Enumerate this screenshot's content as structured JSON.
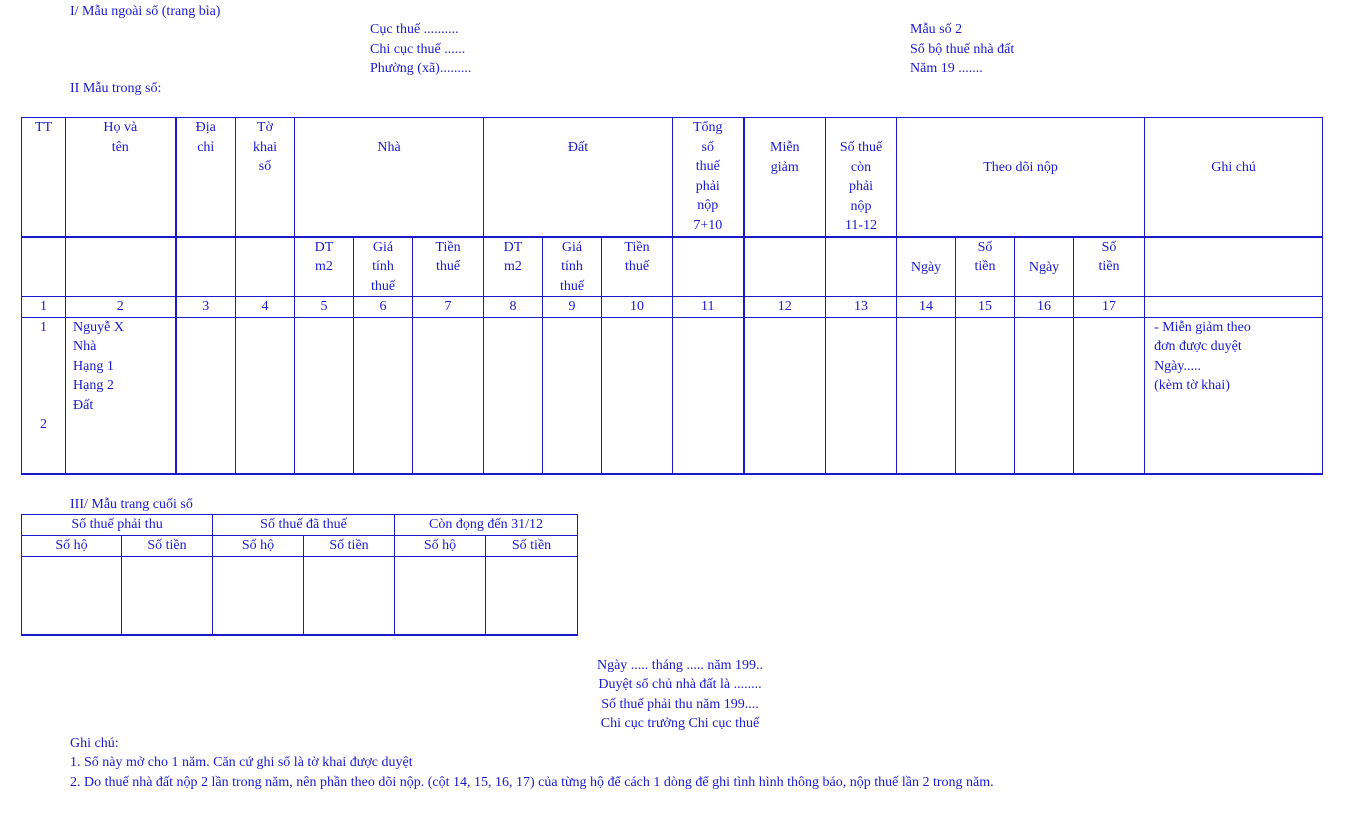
{
  "header": {
    "section1": "I/ Mẫu ngoài sổ (trang bìa)",
    "cuc_thue": "Cục thuế ..........",
    "chi_cuc_thue": "Chi cục thuế ......",
    "phuong_xa": "Phường (xã).........",
    "mau_so": "Mẫu số 2",
    "so_bo": "Sổ bộ thuế nhà đất",
    "nam": "Năm 19 .......",
    "section2": "II Mẫu trong sổ:"
  },
  "main_table": {
    "h_tt": "TT",
    "h_ho_ten": "Họ và\ntên",
    "h_dia_chi": "Địa\nchỉ",
    "h_to_khai": "Tờ\nkhai\nsố",
    "h_nha": "Nhà",
    "h_dat": "Đất",
    "h_tong_so": "Tổng\nsố\nthuế\nphải\nnộp\n7+10",
    "h_mien_giam": "Miễn\ngiảm",
    "h_so_thue_con": "Số thuế\ncòn\nphải\nnộp\n11-12",
    "h_theo_doi": "Theo dõi nộp",
    "h_ghi_chu": "Ghi chú",
    "sub_dt": "DT\nm2",
    "sub_gia": "Giá\ntính\nthuế",
    "sub_tien": "Tiền\nthuế",
    "sub_ngay": "Ngày",
    "sub_so_tien": "Số\ntiền",
    "col_numbers": [
      "1",
      "2",
      "3",
      "4",
      "5",
      "6",
      "7",
      "8",
      "9",
      "10",
      "11",
      "12",
      "13",
      "14",
      "15",
      "16",
      "17"
    ],
    "row_tt": "1\n\n\n\n\n2",
    "row_ho_ten": "Nguyễ X\nNhà\nHạng 1\nHạng 2\nĐất",
    "row_ghi_chu": "- Miễn giảm theo\nđơn được duyệt\nNgày.....\n(kèm tờ khai)"
  },
  "section3": {
    "title": "III/ Mẫu trang cuối sổ",
    "h_phai_thu": "Số thuế phải thu",
    "h_da_thue": "Số thuế đã thuế",
    "h_con_dong": "Còn đọng đến 31/12",
    "sub_so_ho": "Số hộ",
    "sub_so_tien": "Số tiền"
  },
  "signature": {
    "line1": "Ngày ..... tháng ..... năm 199..",
    "line2": "Duyệt sổ chủ nhà đất là ........",
    "line3": "Số thuế phải thu năm 199....",
    "line4": "Chi cục trưởng Chi cục thuế"
  },
  "notes": {
    "title": "Ghi chú:",
    "note1": "1. Sổ này mở cho 1 năm. Căn cứ ghi sổ là tờ khai được duyệt",
    "note2": "2. Do thuế nhà đất nộp 2 lần trong năm, nên phần theo dõi nộp.  (cột 14, 15, 16, 17) của từng hộ để cách 1 dòng để ghi tình hình thông báo, nộp thuế lần 2 trong năm."
  }
}
